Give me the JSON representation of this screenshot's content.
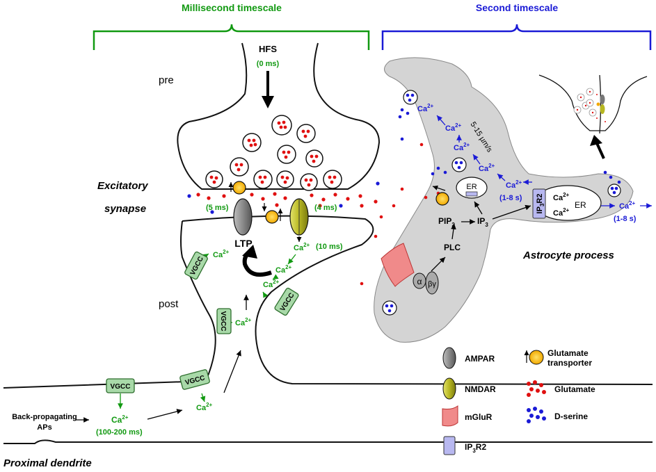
{
  "headers": {
    "millisecond": "Millisecond timescale",
    "second": "Second timescale"
  },
  "synapse": {
    "hfs": "HFS",
    "hfs_time": "(0 ms)",
    "pre": "pre",
    "post": "post",
    "excitatory": "Excitatory",
    "synapse_word": "synapse",
    "ltp": "LTP",
    "t5": "(5 ms)",
    "t4": "(4 ms)",
    "t10": "(10 ms)",
    "vgcc": "VGCC",
    "ca": "Ca",
    "ca_sup": "2+",
    "t100": "(100-200 ms)",
    "bpap1": "Back-propagating",
    "bpap2": "APs",
    "proximal": "Proximal dendrite"
  },
  "astro": {
    "speed": "5-15 µm/s",
    "er": "ER",
    "ip3r2_a": "IP",
    "ip3r2_sub": "3",
    "ip3r2_b": "R2",
    "t18": "(1-8 s)",
    "pip": "PIP",
    "pip_sub": "2",
    "ip": "IP",
    "ip_sub": "3",
    "plc": "PLC",
    "alpha": "α",
    "betagamma": "βγ",
    "process": "Astrocyte process"
  },
  "legend": {
    "ampar": "AMPAR",
    "nmdar": "NMDAR",
    "mglur": "mGluR",
    "ip3r2": "IP",
    "ip3r2_sub": "3",
    "ip3r2_tail": "R2",
    "transporter1": "Glutamate",
    "transporter2": "transporter",
    "glutamate": "Glutamate",
    "dserine": "D-serine"
  },
  "colors": {
    "green": "#119911",
    "blue": "#1a1ad6",
    "red": "#e01010",
    "astro_fill": "#d4d4d4"
  }
}
